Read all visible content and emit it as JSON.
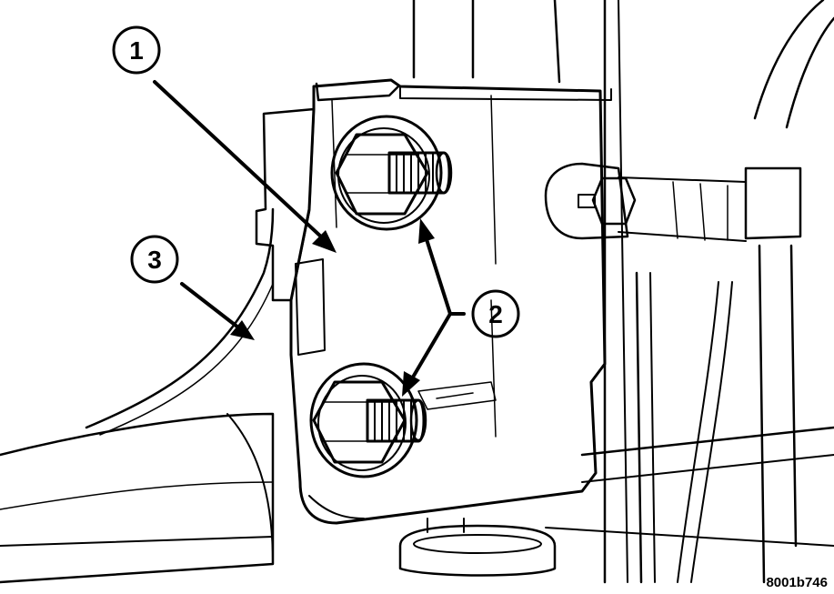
{
  "colors": {
    "ink": "#000000",
    "paper": "#ffffff"
  },
  "callouts": [
    {
      "id": "1",
      "label": "1"
    },
    {
      "id": "2",
      "label": "2"
    },
    {
      "id": "3",
      "label": "3"
    }
  ],
  "figure_id": "8001b746"
}
